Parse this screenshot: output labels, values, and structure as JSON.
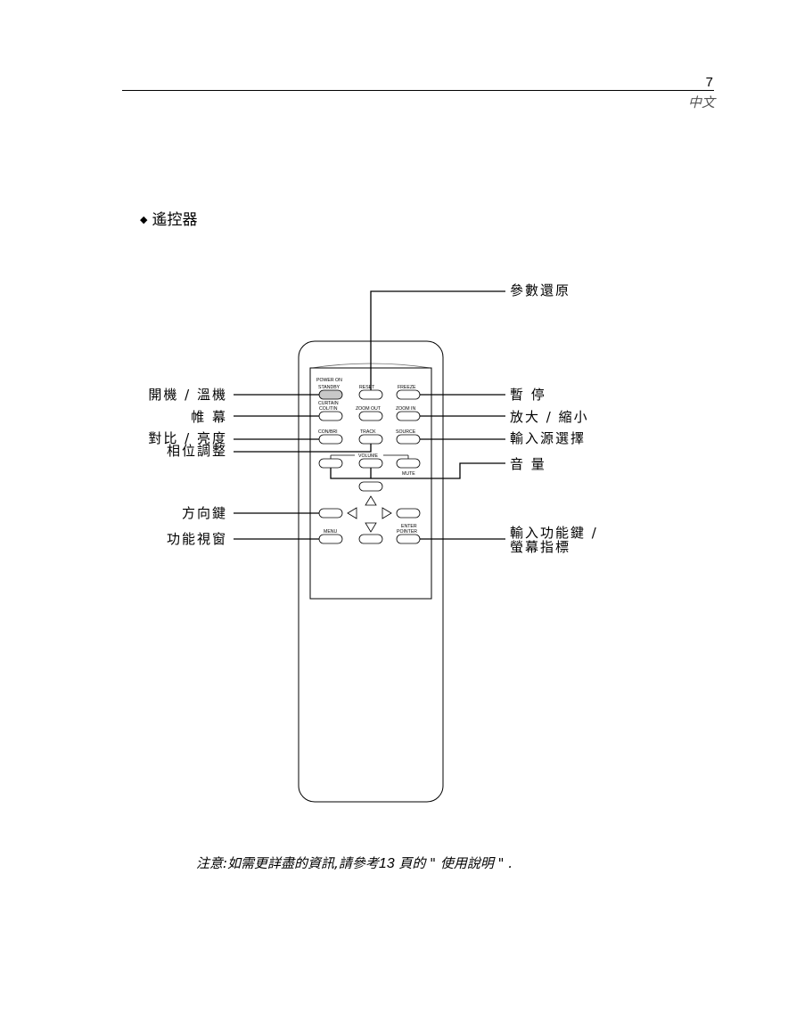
{
  "header": {
    "page_number": "7",
    "language_tab": "中文"
  },
  "section": {
    "bullet": "◆",
    "title": "遙控器"
  },
  "remote": {
    "buttons": {
      "power_on": "POWER ON",
      "standby": "STANDBY",
      "reset": "RESET",
      "freeze": "FREEZE",
      "curtain": "CURTAIN",
      "col_tin": "COL/TIN",
      "zoom_out": "ZOOM OUT",
      "zoom_in": "ZOOM IN",
      "con_bri": "CON/BRI",
      "track": "TRACK",
      "source": "SOURCE",
      "volume": "VOLUME",
      "mute": "MUTE",
      "menu": "MENU",
      "enter": "ENTER",
      "pointer": "POINTER"
    }
  },
  "callouts": {
    "reset": "參數還原",
    "power": "開機 /  溫機",
    "curtain": "帷 幕",
    "contrast": "對比 /  亮度",
    "phase": "相位調整",
    "direction": "方向鍵",
    "menu": "功能視窗",
    "freeze": "暫 停",
    "zoom": "放大 /  縮小",
    "source": "輸入源選擇",
    "volume": "音 量",
    "enter_line1": "輸入功能鍵 /",
    "enter_line2": "螢幕指標"
  },
  "footnote": {
    "before_number": "注意:如需更詳盡的資訊,請參考",
    "number": "13",
    "after_number": " 頁的 \" 使用說明 \" ."
  }
}
